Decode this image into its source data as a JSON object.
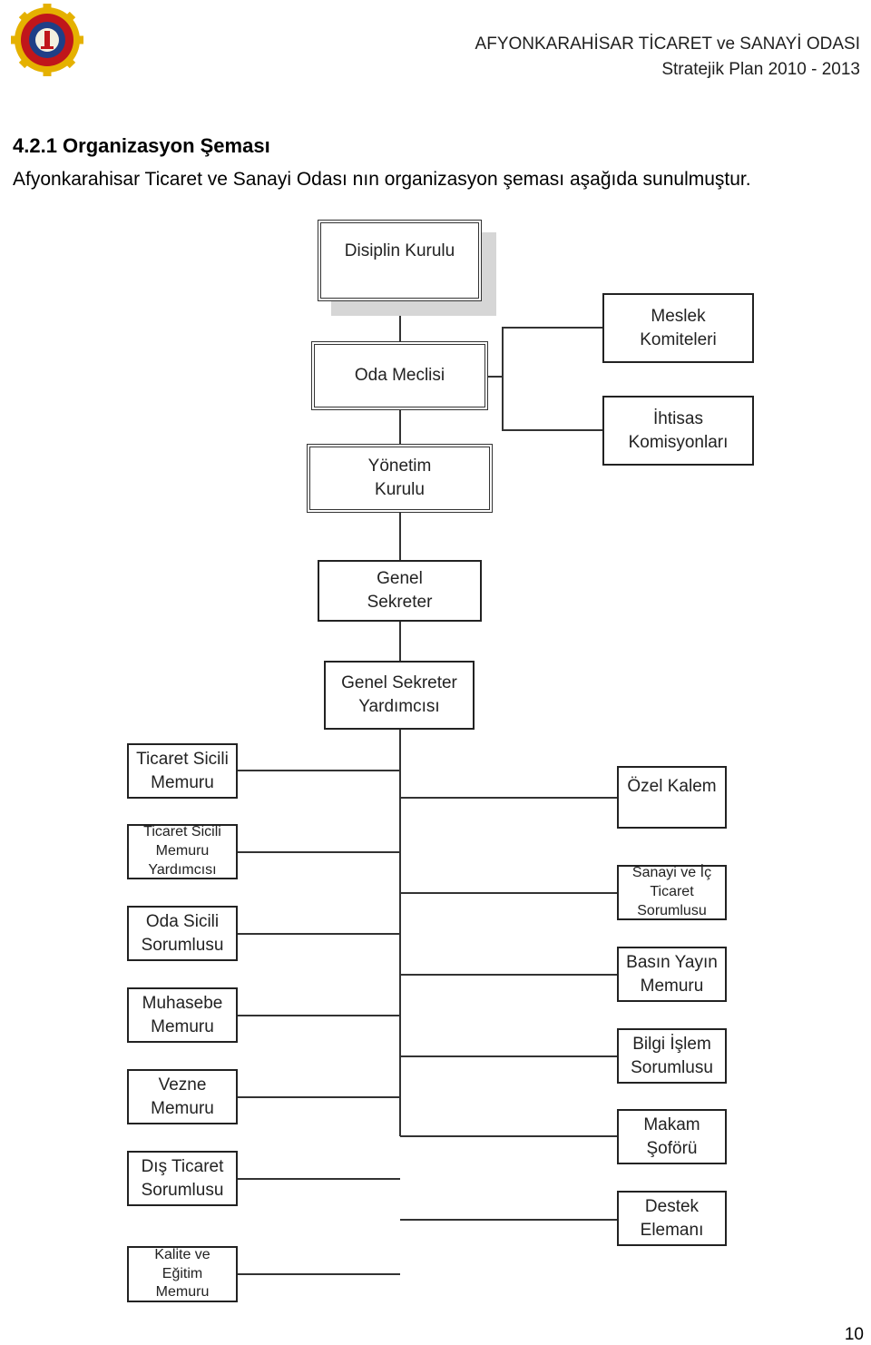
{
  "header": {
    "org": "AFYONKARAHİSAR TİCARET ve SANAYİ ODASI",
    "plan": "Stratejik Plan 2010 - 2013"
  },
  "logo": {
    "icon": "chamber-seal-icon",
    "colors": {
      "gear": "#e5b100",
      "ring": "#c0161b",
      "center": "#1f3f87"
    }
  },
  "section": {
    "heading": "4.2.1  Organizasyon Şeması",
    "intro": "Afyonkarahisar Ticaret ve Sanayi Odası nın organizasyon şeması aşağıda sunulmuştur."
  },
  "chart": {
    "disiplin": "Disiplin Kurulu",
    "meclis": "Oda Meclisi",
    "yonetim": "Yönetim\nKurulu",
    "meslek": "Meslek\nKomiteleri",
    "ihtisas": "İhtisas\nKomisyonları",
    "genel_sekreter": "Genel\nSekreter",
    "gs_yardimci": "Genel Sekreter\nYardımcısı",
    "left": [
      "Ticaret Sicili\nMemuru",
      "Ticaret Sicili\nMemuru\nYardımcısı",
      "Oda Sicili\nSorumlusu",
      "Muhasebe\nMemuru",
      "Vezne\nMemuru",
      "Dış Ticaret\nSorumlusu",
      "Kalite ve\nEğitim\nMemuru"
    ],
    "right": [
      "Özel Kalem",
      "Sanayi ve İç\nTicaret\nSorumlusu",
      "Basın Yayın\nMemuru",
      "Bilgi İşlem\nSorumlusu",
      "Makam\nŞoförü",
      "Destek\nElemanı"
    ]
  },
  "page_number": "10"
}
